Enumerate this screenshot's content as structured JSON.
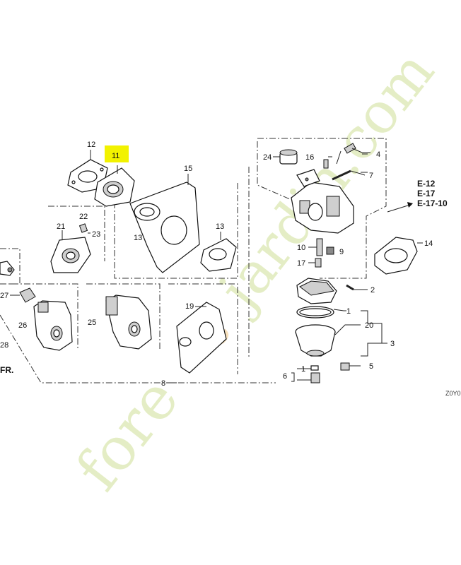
{
  "diagram": {
    "highlight_color": "#f2f200",
    "watermark": "foretjardin.com",
    "watermark_colors": [
      "#c8dd86",
      "#f4c27c"
    ],
    "code": "Z0Y0",
    "references": [
      "E-12",
      "E-17",
      "E-17-10"
    ],
    "labels": {
      "p1": "1",
      "p1b": "1",
      "p2": "2",
      "p3": "3",
      "p4": "4",
      "p5": "5",
      "p6": "6",
      "p7": "7",
      "p8": "8",
      "p9": "9",
      "p10": "10",
      "p11": "11",
      "p12": "12",
      "p13a": "13",
      "p13b": "13",
      "p14": "14",
      "p15": "15",
      "p16": "16",
      "p17": "17",
      "p19": "19",
      "p20": "20",
      "p21": "21",
      "p22": "22",
      "p23": "23",
      "p24": "24",
      "p25": "25",
      "p26": "26",
      "p27": "27",
      "p28": "28",
      "fr": "FR."
    }
  }
}
